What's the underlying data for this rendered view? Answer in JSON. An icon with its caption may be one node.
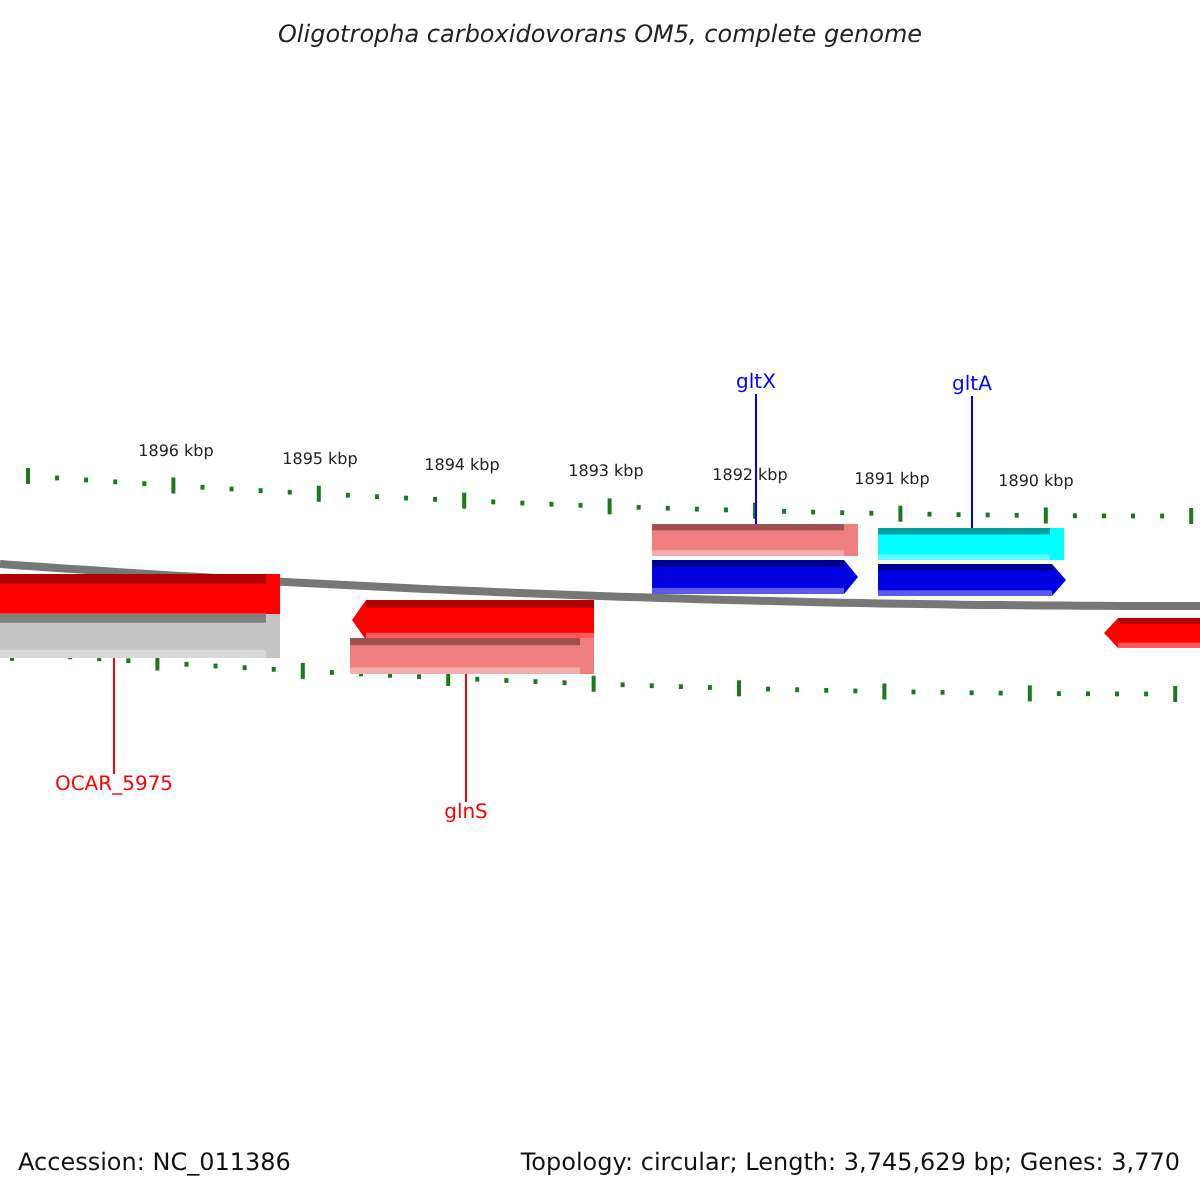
{
  "diagram": {
    "title": "Oligotropha carboxidovorans OM5, complete genome",
    "nodes": [
      {
        "text": [
          "gltX"
        ]
      },
      {
        "text": [
          "gltA"
        ]
      },
      {
        "text": [
          "OCAR_5975"
        ]
      },
      {
        "text": [
          "glnS"
        ]
      },
      {
        "text": [],
        "shape": "bar"
      },
      {
        "text": [],
        "shape": "bar"
      },
      {
        "text": [],
        "shape": "bar"
      },
      {
        "text": [],
        "shape": "bar"
      },
      {
        "text": [],
        "shape": "bar"
      },
      {
        "text": [],
        "shape": "bar"
      },
      {
        "text": [],
        "shape": "bar"
      },
      {
        "text": [],
        "shape": "bar"
      },
      {
        "text": [],
        "shape": "bar"
      }
    ],
    "edges": [
      {
        "from": 0,
        "to": 8,
        "arrow": "none",
        "color": "#0000ff"
      },
      {
        "from": 1,
        "to": 10,
        "arrow": "none",
        "color": "#0000ff"
      },
      {
        "from": 2,
        "to": 5,
        "arrow": "none",
        "color": "#ff0000"
      },
      {
        "from": 3,
        "to": 7,
        "arrow": "none",
        "color": "#ff0000"
      }
    ],
    "labels": [
      "1896 kbp",
      "1895 kbp",
      "1894 kbp",
      "1893 kbp",
      "1892 kbp",
      "1891 kbp",
      "1890 kbp",
      "Accession: NC_011386",
      "Topology: circular; Length: 3,745,629 bp; Genes: 3,770"
    ]
  }
}
